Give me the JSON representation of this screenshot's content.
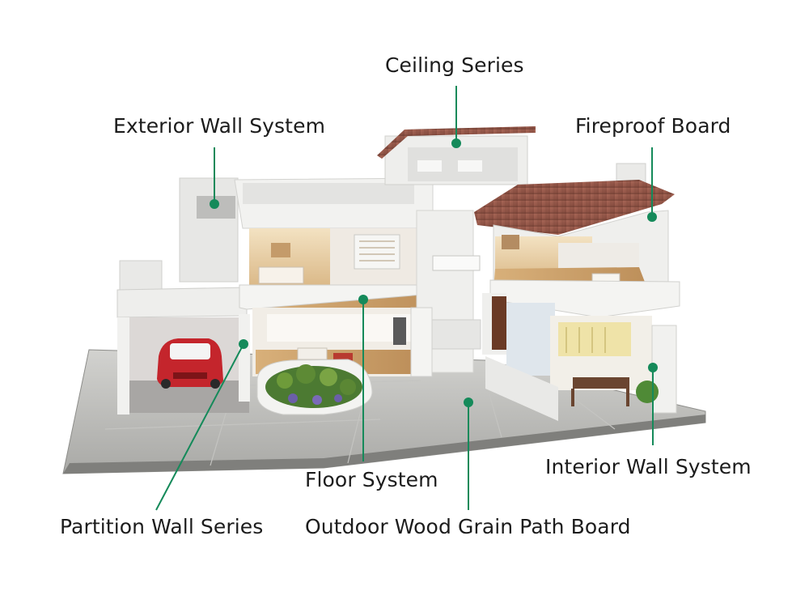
{
  "labels": {
    "ceiling": "Ceiling Series",
    "exterior_wall": "Exterior Wall System",
    "fireproof": "Fireproof Board",
    "interior_wall": "Interior Wall System",
    "floor": "Floor System",
    "partition_wall": "Partition Wall Series",
    "outdoor_path": "Outdoor Wood Grain Path Board"
  },
  "colors": {
    "leader": "#158a5a",
    "text": "#1c1c1c",
    "roof": "#9a5a4c",
    "wall": "#ececea",
    "floor_wood": "#c9a06e",
    "paving": "#b9b9b6"
  }
}
